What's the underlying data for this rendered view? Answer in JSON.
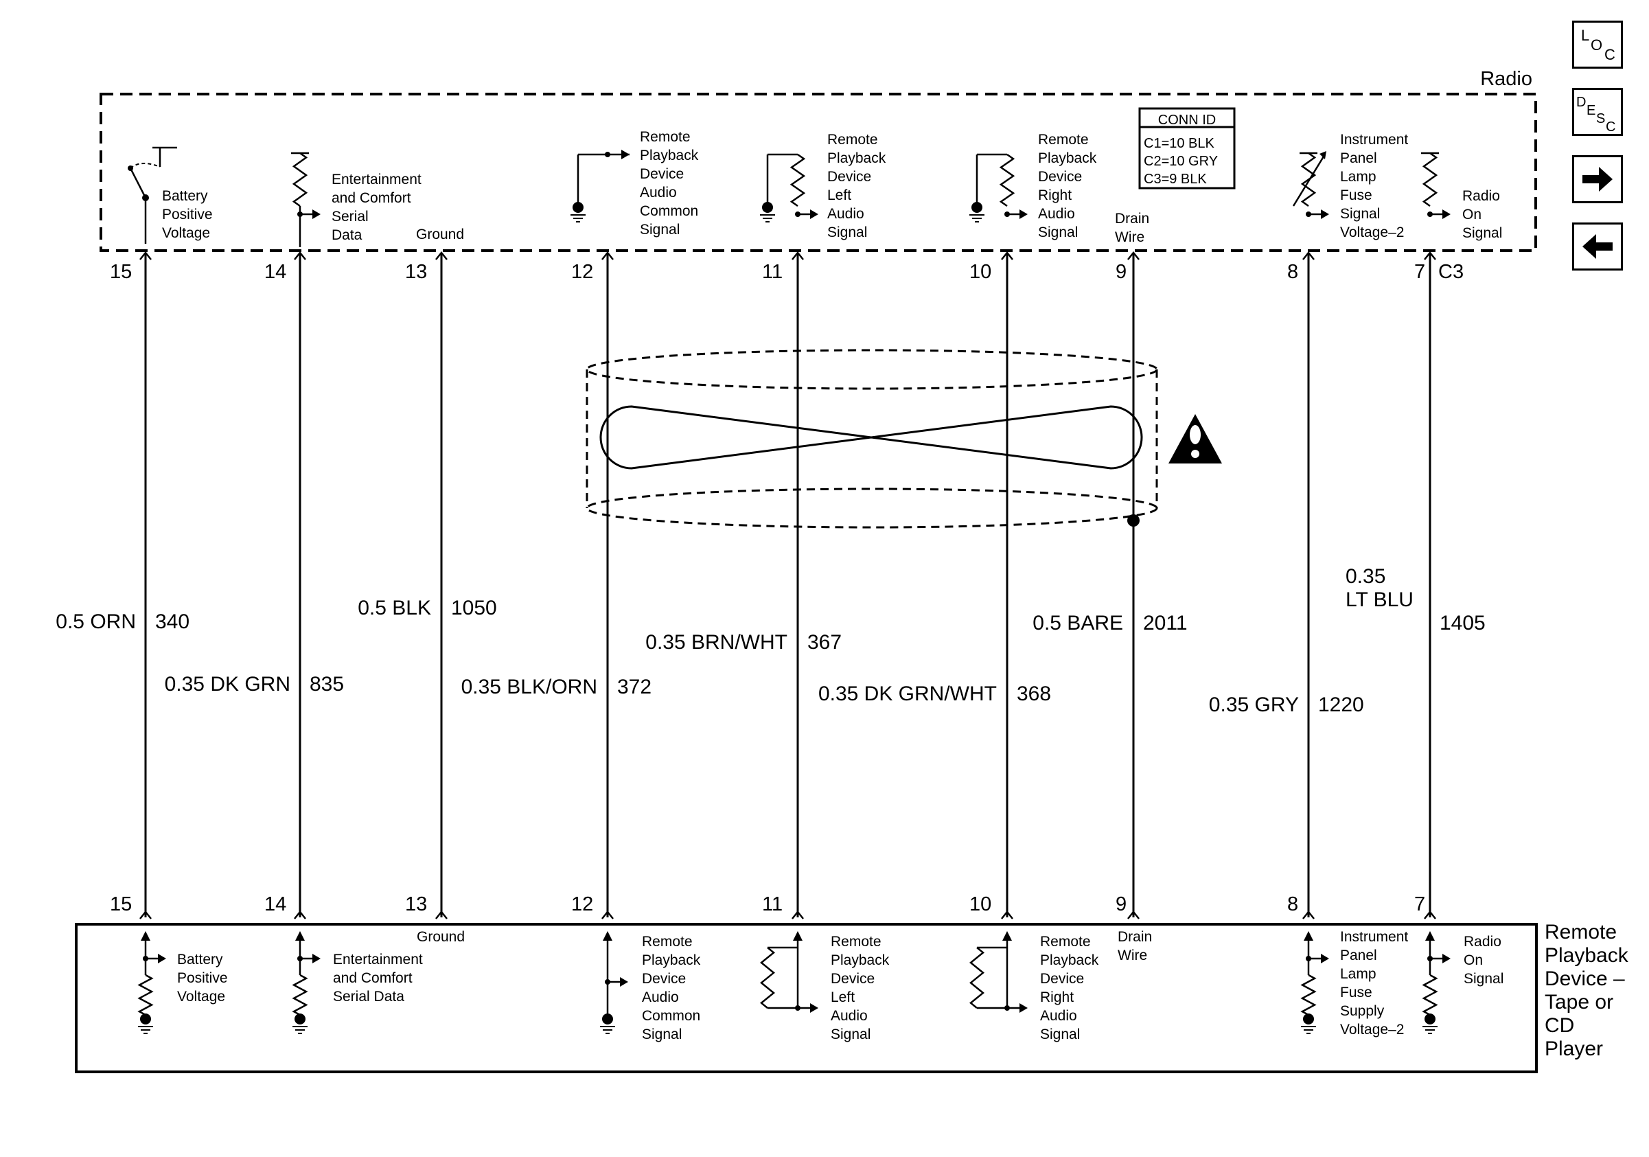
{
  "top_module": {
    "name": "Radio",
    "connector": "C3",
    "conn_id": {
      "title": "CONN ID",
      "lines": [
        "C1=10 BLK",
        "C2=10 GRY",
        "C3=9 BLK"
      ]
    }
  },
  "bottom_module": {
    "name_lines": [
      "Remote",
      "Playback",
      "Device –",
      "Tape or",
      "CD",
      "Player"
    ]
  },
  "circuits": [
    {
      "pin": "15",
      "color": "0.5 ORN",
      "circuit": "340",
      "top_label": [
        "Battery",
        "Positive",
        "Voltage"
      ],
      "bottom_label": [
        "Battery",
        "Positive",
        "Voltage"
      ]
    },
    {
      "pin": "14",
      "color": "0.35 DK GRN",
      "circuit": "835",
      "top_label": [
        "Entertainment",
        "and Comfort",
        "Serial",
        "Data"
      ],
      "bottom_label": [
        "Entertainment",
        "and Comfort",
        "Serial Data"
      ]
    },
    {
      "pin": "13",
      "color": "0.5 BLK",
      "circuit": "1050",
      "top_label": [
        "Ground"
      ],
      "bottom_label": [
        "Ground"
      ]
    },
    {
      "pin": "12",
      "color": "0.35 BLK/ORN",
      "circuit": "372",
      "top_label": [
        "Remote",
        "Playback",
        "Device",
        "Audio",
        "Common",
        "Signal"
      ],
      "bottom_label": [
        "Remote",
        "Playback",
        "Device",
        "Audio",
        "Common",
        "Signal"
      ]
    },
    {
      "pin": "11",
      "color": "0.35 BRN/WHT",
      "circuit": "367",
      "top_label": [
        "Remote",
        "Playback",
        "Device",
        "Left",
        "Audio",
        "Signal"
      ],
      "bottom_label": [
        "Remote",
        "Playback",
        "Device",
        "Left",
        "Audio",
        "Signal"
      ]
    },
    {
      "pin": "10",
      "color": "0.35 DK GRN/WHT",
      "circuit": "368",
      "top_label": [
        "Remote",
        "Playback",
        "Device",
        "Right",
        "Audio",
        "Signal"
      ],
      "bottom_label": [
        "Remote",
        "Playback",
        "Device",
        "Right",
        "Audio",
        "Signal"
      ]
    },
    {
      "pin": "9",
      "color": "0.5 BARE",
      "circuit": "2011",
      "top_label": [
        "Drain",
        "Wire"
      ],
      "bottom_label": [
        "Drain",
        "Wire"
      ]
    },
    {
      "pin": "8",
      "color_lines": [
        "0.35 GRY"
      ],
      "circuit": "1220",
      "top_label": [
        "Instrument",
        "Panel",
        "Lamp",
        "Fuse",
        "Signal",
        "Voltage–2"
      ],
      "bottom_label": [
        "Instrument",
        "Panel",
        "Lamp",
        "Fuse",
        "Supply",
        "Voltage–2"
      ]
    },
    {
      "pin": "7",
      "color_lines": [
        "0.35",
        "LT BLU"
      ],
      "circuit": "1405",
      "top_label": [
        "Radio",
        "On",
        "Signal"
      ],
      "bottom_label": [
        "Radio",
        "On",
        "Signal"
      ]
    }
  ],
  "nav": {
    "loc_icon": "loc-icon",
    "desc_icon": "desc-icon",
    "next_icon": "arrow-right-icon",
    "prev_icon": "arrow-left-icon"
  }
}
